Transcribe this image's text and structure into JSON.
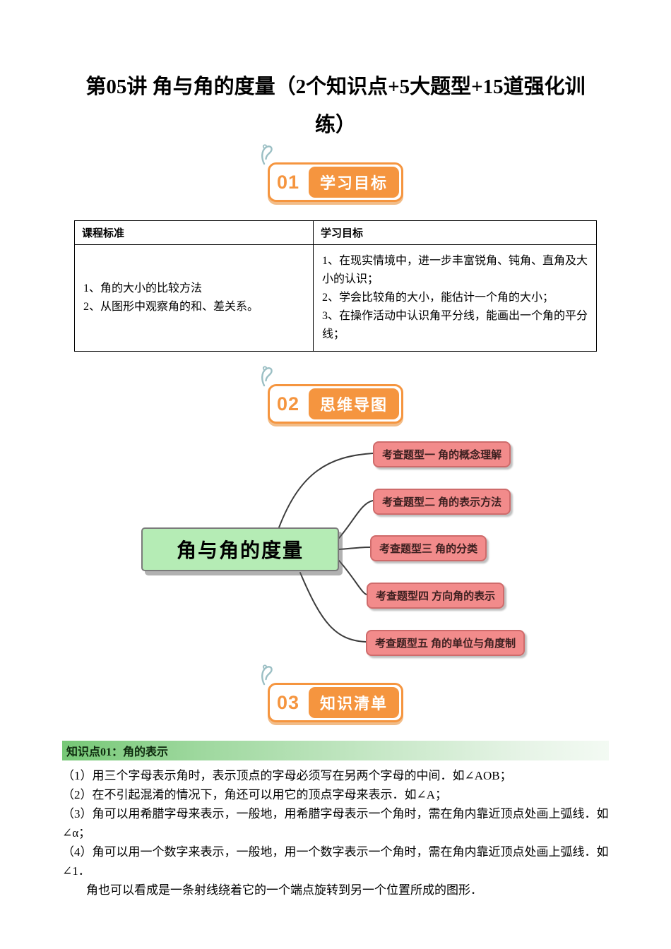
{
  "title": {
    "line1": "第05讲 角与角的度量（2个知识点+5大题型+15道强化训",
    "line2": "练）"
  },
  "sections": [
    {
      "number": "01",
      "label": "学习目标"
    },
    {
      "number": "02",
      "label": "思维导图"
    },
    {
      "number": "03",
      "label": "知识清单"
    }
  ],
  "table": {
    "headers": [
      "课程标准",
      "学习目标"
    ],
    "left_items": [
      "1、角的大小的比较方法",
      "2、从图形中观察角的和、差关系。"
    ],
    "right_items": [
      "1、在现实情境中，进一步丰富锐角、钝角、直角及大小的认识；",
      "2、学会比较角的大小，能估计一个角的大小；",
      "3、在操作活动中认识角平分线，能画出一个角的平分线；"
    ]
  },
  "mindmap": {
    "center": "角与角的度量",
    "branches": [
      "考查题型一 角的概念理解",
      "考查题型二 角的表示方法",
      "考查题型三 角的分类",
      "考查题型四 方向角的表示",
      "考查题型五 角的单位与角度制"
    ]
  },
  "knowledge": {
    "heading": "知识点01：角的表示",
    "paragraphs": [
      "（1）用三个字母表示角时，表示顶点的字母必须写在另两个字母的中间．如∠AOB；",
      "（2）在不引起混淆的情况下，角还可以用它的顶点字母来表示．如∠A；",
      "（3）角可以用希腊字母来表示，一般地，用希腊字母表示一个角时，需在角内靠近顶点处画上弧线．如∠α；",
      "（4）角可以用一个数字来表示，一般地，用一个数字表示一个角时，需在角内靠近顶点处画上弧线．如∠1．",
      "角也可以看成是一条射线绕着它的一个端点旋转到另一个位置所成的图形．"
    ]
  },
  "colors": {
    "badge_orange": "#f5953f",
    "center_node_green": "#b5ecb5",
    "branch_node_pink": "#f28b8b",
    "heading_green": "#76c876"
  }
}
